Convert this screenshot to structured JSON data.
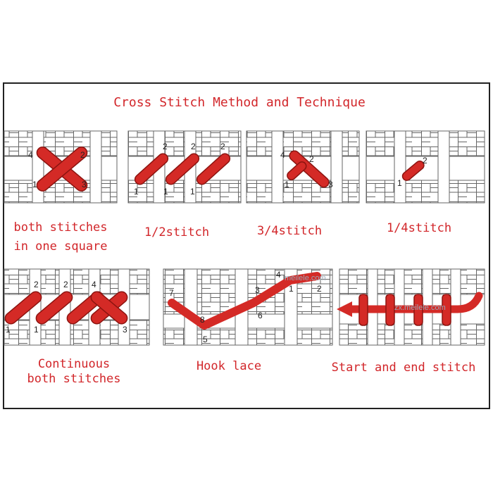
{
  "title": "Cross Stitch Method and Technique",
  "colors": {
    "stitch": "#d42a26",
    "stitch_edge": "#8c1410",
    "grid": "#555555",
    "label": "#d2262a"
  },
  "panels": [
    {
      "label_line1": "both stitches",
      "label_line2": "in one square",
      "numbers": [
        "4",
        "2",
        "1",
        "3"
      ]
    },
    {
      "label": "1/2stitch",
      "numbers": [
        "2",
        "2",
        "2",
        "1",
        "1",
        "1"
      ]
    },
    {
      "label": "3/4stitch",
      "numbers": [
        "4",
        "2",
        "1",
        "3"
      ]
    },
    {
      "label": "1/4stitch",
      "numbers": [
        "2",
        "1"
      ]
    },
    {
      "label_line1": "Continuous",
      "label_line2": "both stitches",
      "numbers": [
        "2",
        "2",
        "4",
        "1",
        "1",
        "3"
      ]
    },
    {
      "label": "Hook lace",
      "numbers": [
        "7",
        "8",
        "5",
        "6",
        "3",
        "4",
        "1",
        "2"
      ]
    },
    {
      "label": "Start and end stitch",
      "numbers": []
    }
  ],
  "watermarks": [
    "meilele.com",
    "zx.meilele.com"
  ]
}
